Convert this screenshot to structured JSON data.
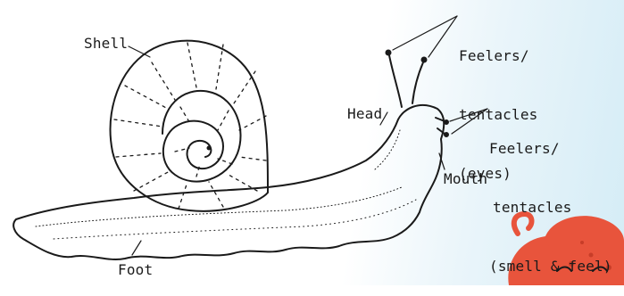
{
  "labels": {
    "shell": "Shell",
    "head": "Head",
    "foot": "Foot",
    "mouth": "Mouth",
    "eye_feelers": [
      "Feelers/",
      "tentacles",
      "(eyes)"
    ],
    "smell_feelers": [
      "Feelers/",
      "tentacles",
      "(smell & feel)"
    ]
  },
  "colors": {
    "ink": "#1a1a1a",
    "background_tint": "#d4ecf6",
    "octopus": "#e8543c"
  },
  "icons": {
    "snail": "snail-drawing",
    "octopus": "octopus-mascot"
  }
}
